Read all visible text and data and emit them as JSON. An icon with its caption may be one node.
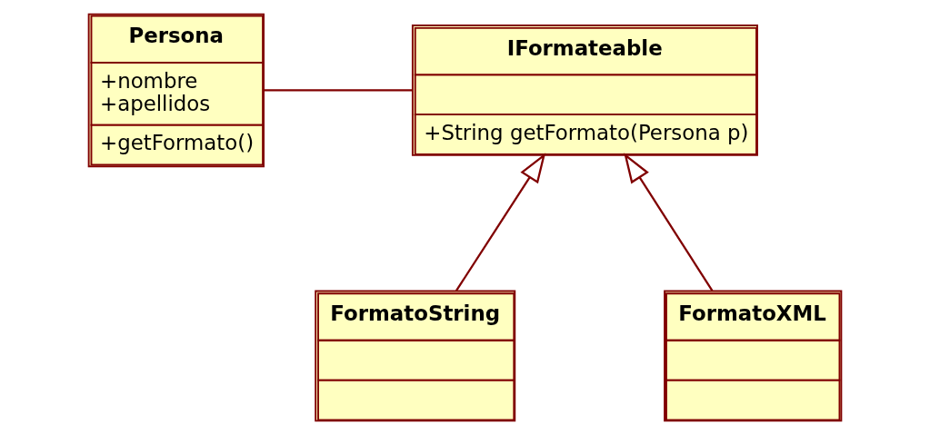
{
  "diagram": {
    "nodes": [
      {
        "text": [
          "Persona",
          "+nombre",
          "+apellidos",
          "+getFormato()"
        ]
      },
      {
        "text": [
          "IFormateable",
          "+String getFormato(Persona p)"
        ]
      },
      {
        "text": [
          "FormatoString"
        ]
      },
      {
        "text": [
          "FormatoXML"
        ]
      }
    ],
    "edges": [
      {
        "from": 0,
        "to": 1,
        "arrow": "none"
      },
      {
        "from": 2,
        "to": 1,
        "arrow": "to"
      },
      {
        "from": 3,
        "to": 1,
        "arrow": "to"
      }
    ]
  }
}
